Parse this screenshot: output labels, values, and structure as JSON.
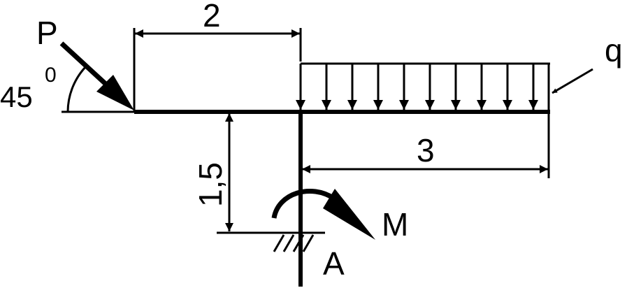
{
  "labels": {
    "force": "P",
    "angle": "45",
    "angle_unit": "0",
    "dim_top": "2",
    "load": "q",
    "dim_right": "3",
    "dim_vertical": "1,5",
    "moment": "M",
    "support": "A"
  },
  "colors": {
    "ink": "#000000",
    "background": "#ffffff"
  }
}
